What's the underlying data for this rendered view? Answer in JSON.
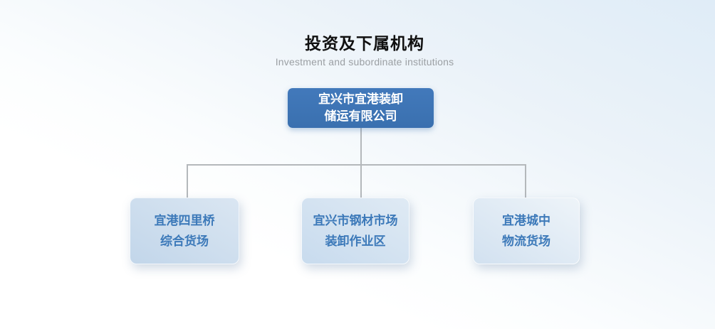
{
  "header": {
    "title": "投资及下属机构",
    "subtitle": "Investment and subordinate institutions"
  },
  "org_chart": {
    "root": {
      "full_name": "宜兴市宜港装卸储运有限公司",
      "line1": "宜兴市宜港装卸",
      "line2": "储运有限公司"
    },
    "children": [
      {
        "full_name": "宜港四里桥综合货场",
        "line1": "宜港四里桥",
        "line2": "综合货场"
      },
      {
        "full_name": "宜兴市钢材市场装卸作业区",
        "line1": "宜兴市钢材市场",
        "line2": "装卸作业区"
      },
      {
        "full_name": "宜港城中物流货场",
        "line1": "宜港城中",
        "line2": "物流货场"
      }
    ]
  },
  "colors": {
    "root_box_fill": "#3b74b4",
    "root_box_text": "#ffffff",
    "child_box_fill": "#cbdcee",
    "child_box_text": "#3c79b9",
    "connector": "#b4b8bb",
    "background_top": "#e3eef7",
    "background_bottom": "#ffffff",
    "title_text": "#101010",
    "subtitle_text": "#9b9fa3"
  }
}
